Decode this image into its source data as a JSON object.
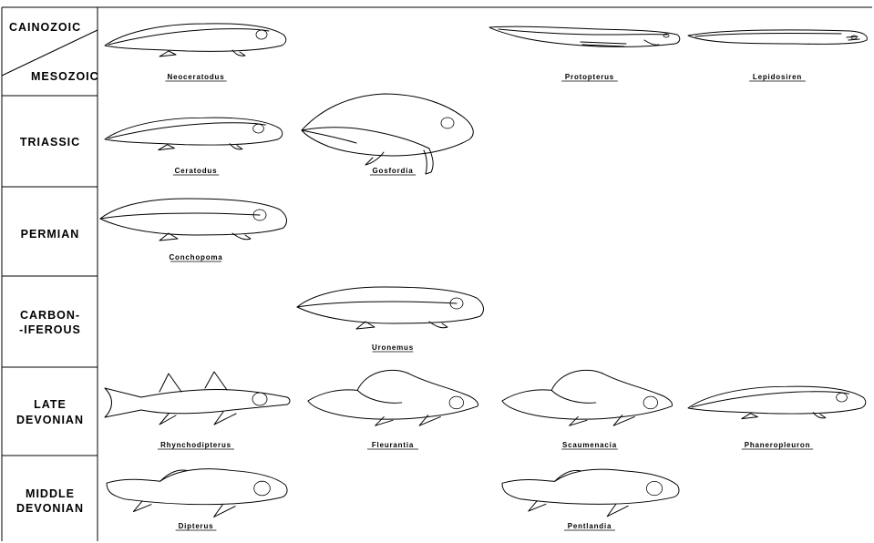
{
  "periods": [
    {
      "id": "cainozoic-mesozoic",
      "labels": [
        "CAINOZOIC",
        "MESOZOIC"
      ],
      "split": true
    },
    {
      "id": "triassic",
      "labels": [
        "TRIASSIC"
      ]
    },
    {
      "id": "permian",
      "labels": [
        "PERMIAN"
      ]
    },
    {
      "id": "carboniferous",
      "labels": [
        "CARBON-",
        "-IFEROUS"
      ]
    },
    {
      "id": "late-devonian",
      "labels": [
        "LATE",
        "DEVONIAN"
      ]
    },
    {
      "id": "middle-devonian",
      "labels": [
        "MIDDLE",
        "DEVONIAN"
      ]
    }
  ],
  "fishes": [
    {
      "name": "Neoceratodus",
      "period": "cainozoic-mesozoic",
      "column": 0,
      "shape": "lungfish-modern"
    },
    {
      "name": "Protopterus",
      "period": "cainozoic-mesozoic",
      "column": 2,
      "shape": "eel-long"
    },
    {
      "name": "Lepidosiren",
      "period": "cainozoic-mesozoic",
      "column": 3,
      "shape": "eel-slim"
    },
    {
      "name": "Ceratodus",
      "period": "triassic",
      "column": 0,
      "shape": "lungfish-modern"
    },
    {
      "name": "Gosfordia",
      "period": "triassic",
      "column": 1,
      "shape": "deep-body"
    },
    {
      "name": "Conchopoma",
      "period": "permian",
      "column": 0,
      "shape": "lungfish-long"
    },
    {
      "name": "Uronemus",
      "period": "carboniferous",
      "column": 1,
      "shape": "lungfish-long"
    },
    {
      "name": "Rhynchodipterus",
      "period": "late-devonian",
      "column": 0,
      "shape": "devonian-snout"
    },
    {
      "name": "Fleurantia",
      "period": "late-devonian",
      "column": 1,
      "shape": "devonian-hump"
    },
    {
      "name": "Scaumenacia",
      "period": "late-devonian",
      "column": 2,
      "shape": "devonian-hump"
    },
    {
      "name": "Phaneropleuron",
      "period": "late-devonian",
      "column": 3,
      "shape": "lungfish-modern"
    },
    {
      "name": "Dipterus",
      "period": "middle-devonian",
      "column": 0,
      "shape": "devonian-classic"
    },
    {
      "name": "Pentlandia",
      "period": "middle-devonian",
      "column": 2,
      "shape": "devonian-classic"
    }
  ]
}
